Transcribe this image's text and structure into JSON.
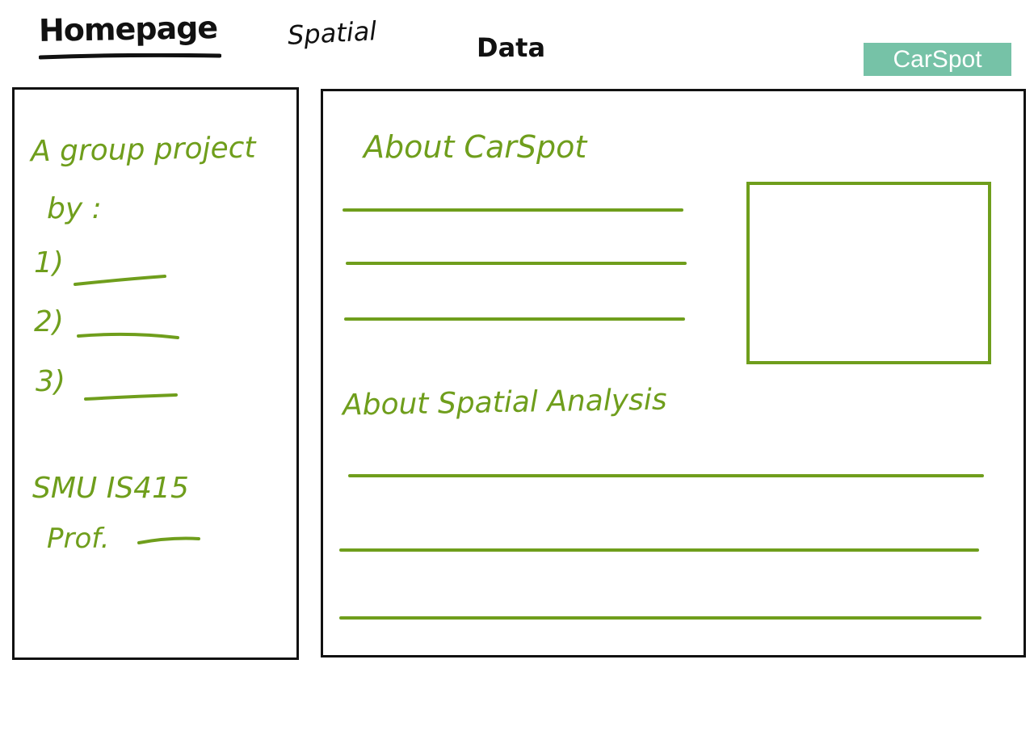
{
  "nav": {
    "homepage": "Homepage",
    "spatial": "Spatial",
    "data": "Data"
  },
  "brand": {
    "logo_text": "CarSpot",
    "color": "#76c2a7"
  },
  "sidebar": {
    "credit_line1": "A group project",
    "credit_line2": "by :",
    "members": [
      {
        "num": "1)"
      },
      {
        "num": "2)"
      },
      {
        "num": "3)"
      }
    ],
    "course": "SMU IS415",
    "prof": "Prof."
  },
  "main": {
    "about_carspot": "About CarSpot",
    "about_spatial": "About Spatial Analysis"
  },
  "colors": {
    "sketch_green": "#6f9e1c",
    "border": "#111111"
  }
}
